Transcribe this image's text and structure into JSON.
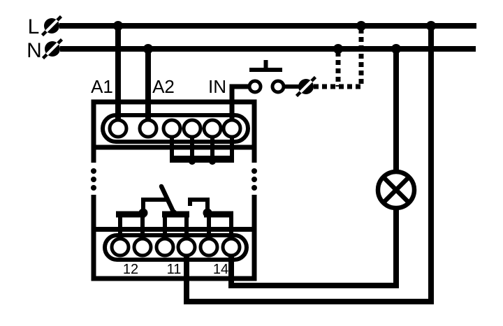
{
  "power": {
    "line_label": "L",
    "neutral_label": "N"
  },
  "device": {
    "coil_terminal_labels": {
      "a1": "A1",
      "a2": "A2",
      "in": "IN"
    },
    "contact_terminal_labels": {
      "nc": "12",
      "common": "11",
      "no": "14"
    }
  },
  "icons": {
    "screw_terminal": "screw-terminal-icon",
    "push_button": "push-button-icon",
    "lamp": "lamp-icon",
    "changeover_contact": "changeover-contact-icon"
  },
  "colors": {
    "ink": "#000000",
    "background": "#ffffff"
  }
}
